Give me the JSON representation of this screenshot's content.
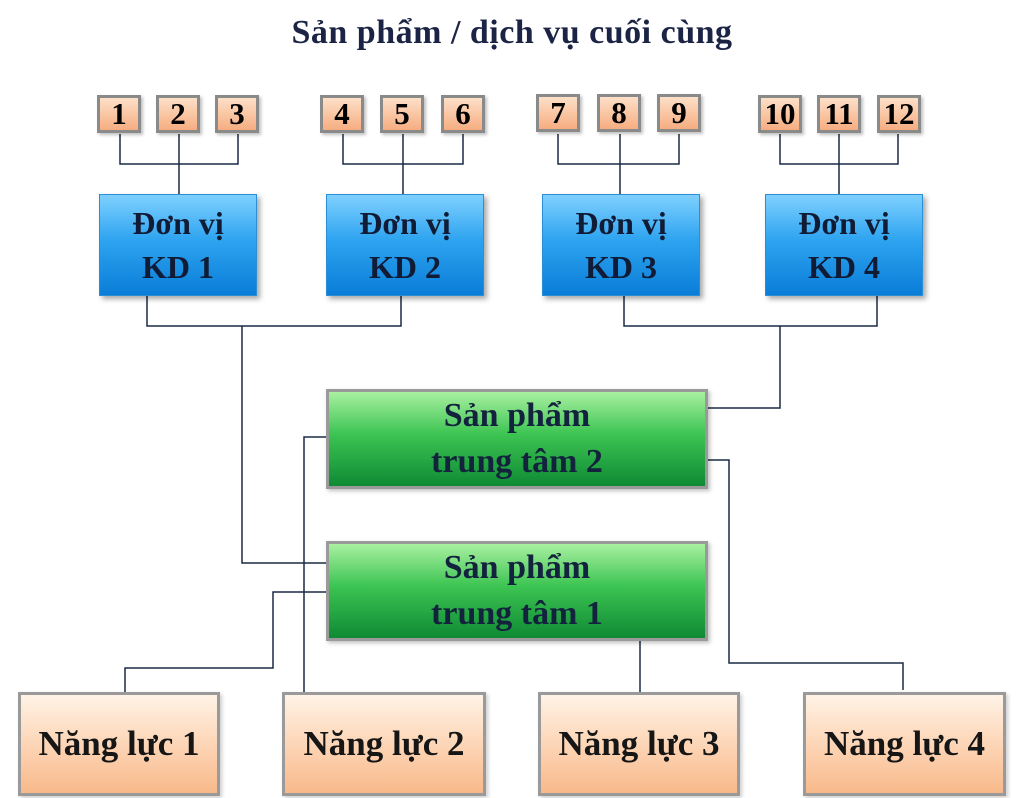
{
  "title": "Sản phẩm / dịch vụ cuối cùng",
  "products": [
    "1",
    "2",
    "3",
    "4",
    "5",
    "6",
    "7",
    "8",
    "9",
    "10",
    "11",
    "12"
  ],
  "business_units": [
    {
      "line1": "Đơn vị",
      "line2": "KD 1"
    },
    {
      "line1": "Đơn vị",
      "line2": "KD 2"
    },
    {
      "line1": "Đơn vị",
      "line2": "KD 3"
    },
    {
      "line1": "Đơn vị",
      "line2": "KD 4"
    }
  ],
  "core_products": [
    {
      "line1": "Sản phẩm",
      "line2": "trung tâm 2"
    },
    {
      "line1": "Sản phẩm",
      "line2": "trung tâm 1"
    }
  ],
  "capabilities": [
    "Năng lực 1",
    "Năng lực 2",
    "Năng lực 3",
    "Năng lực 4"
  ],
  "colors": {
    "connector": "#1a2a44",
    "title": "#1c2445",
    "product_fill": "#f6ad80",
    "unit_fill": "#1a90e6",
    "core_fill": "#2db04a",
    "capability_fill": "#fcd0ae"
  }
}
